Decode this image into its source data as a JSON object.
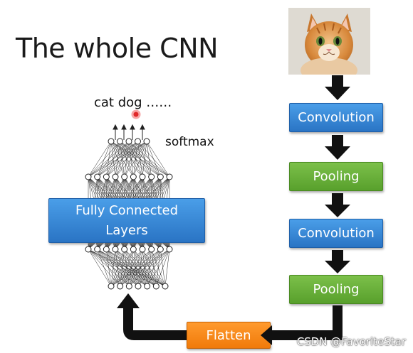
{
  "title": "The whole CNN",
  "outputs_label": "cat dog ……",
  "softmax_label": "softmax",
  "fully_connected_line1": "Fully Connected",
  "fully_connected_line2": "Layers",
  "pipeline": [
    "Convolution",
    "Pooling",
    "Convolution",
    "Pooling"
  ],
  "flatten_label": "Flatten",
  "watermark": "CSDN @FavoriteStar",
  "colors": {
    "blue_box": "#3a8ad6",
    "green_box": "#6ab03a",
    "orange_box": "#f5860f",
    "arrow": "#111111",
    "red_dot": "#e0282a"
  }
}
